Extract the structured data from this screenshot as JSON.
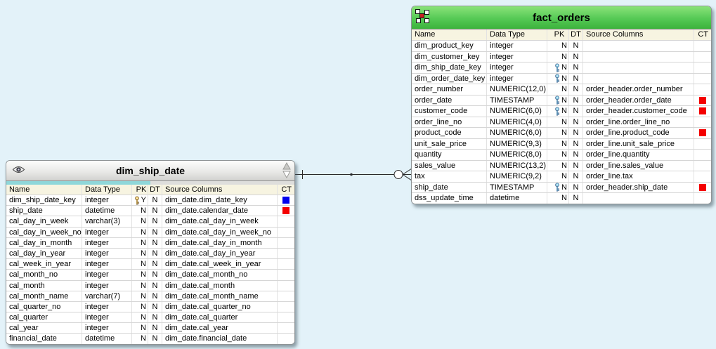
{
  "canvas": {
    "background_color": "#e3f2f9"
  },
  "colors": {
    "fact_header_green": "#55c955",
    "dim_header_gray": "#e9e9e7",
    "grid_header_bg": "#f7f4e1",
    "scrollbar_thumb_cyan": "#8ed7da",
    "key_blue": "#7cc6e2",
    "key_gold": "#eebd3e",
    "ct_red": "#f40000",
    "ct_blue": "#0202ee"
  },
  "icons": {
    "fact_handle": "star-schema-handle-icon",
    "dim_visibility": "eye-icon",
    "scroll_up": "scroll-up-icon",
    "scroll_down": "scroll-down-icon",
    "primary_key": "key-icon"
  },
  "tables": [
    {
      "title": "fact_orders",
      "kind": "fact",
      "columns": [
        "Name",
        "Data Type",
        "PK",
        "DT",
        "Source Columns",
        "CT"
      ],
      "rows": [
        {
          "name": "dim_product_key",
          "data_type": "integer",
          "key": "",
          "pk": "N",
          "dt": "N",
          "source": "",
          "ct": ""
        },
        {
          "name": "dim_customer_key",
          "data_type": "integer",
          "key": "",
          "pk": "N",
          "dt": "N",
          "source": "",
          "ct": ""
        },
        {
          "name": "dim_ship_date_key",
          "data_type": "integer",
          "key": "blue",
          "pk": "N",
          "dt": "N",
          "source": "",
          "ct": ""
        },
        {
          "name": "dim_order_date_key",
          "data_type": "integer",
          "key": "blue",
          "pk": "N",
          "dt": "N",
          "source": "",
          "ct": ""
        },
        {
          "name": "order_number",
          "data_type": "NUMERIC(12,0)",
          "key": "",
          "pk": "N",
          "dt": "N",
          "source": "order_header.order_number",
          "ct": ""
        },
        {
          "name": "order_date",
          "data_type": "TIMESTAMP",
          "key": "blue",
          "pk": "N",
          "dt": "N",
          "source": "order_header.order_date",
          "ct": "red"
        },
        {
          "name": "customer_code",
          "data_type": "NUMERIC(6,0)",
          "key": "blue",
          "pk": "N",
          "dt": "N",
          "source": "order_header.customer_code",
          "ct": "red"
        },
        {
          "name": "order_line_no",
          "data_type": "NUMERIC(4,0)",
          "key": "",
          "pk": "N",
          "dt": "N",
          "source": "order_line.order_line_no",
          "ct": ""
        },
        {
          "name": "product_code",
          "data_type": "NUMERIC(6,0)",
          "key": "",
          "pk": "N",
          "dt": "N",
          "source": "order_line.product_code",
          "ct": "red"
        },
        {
          "name": "unit_sale_price",
          "data_type": "NUMERIC(9,3)",
          "key": "",
          "pk": "N",
          "dt": "N",
          "source": "order_line.unit_sale_price",
          "ct": ""
        },
        {
          "name": "quantity",
          "data_type": "NUMERIC(8,0)",
          "key": "",
          "pk": "N",
          "dt": "N",
          "source": "order_line.quantity",
          "ct": ""
        },
        {
          "name": "sales_value",
          "data_type": "NUMERIC(13,2)",
          "key": "",
          "pk": "N",
          "dt": "N",
          "source": "order_line.sales_value",
          "ct": ""
        },
        {
          "name": "tax",
          "data_type": "NUMERIC(9,2)",
          "key": "",
          "pk": "N",
          "dt": "N",
          "source": "order_line.tax",
          "ct": ""
        },
        {
          "name": "ship_date",
          "data_type": "TIMESTAMP",
          "key": "blue",
          "pk": "N",
          "dt": "N",
          "source": "order_header.ship_date",
          "ct": "red"
        },
        {
          "name": "dss_update_time",
          "data_type": "datetime",
          "key": "",
          "pk": "N",
          "dt": "N",
          "source": "",
          "ct": ""
        }
      ]
    },
    {
      "title": "dim_ship_date",
      "kind": "dimension",
      "columns": [
        "Name",
        "Data Type",
        "PK",
        "DT",
        "Source Columns",
        "CT"
      ],
      "rows": [
        {
          "name": "dim_ship_date_key",
          "data_type": "integer",
          "key": "gold",
          "pk": "Y",
          "dt": "N",
          "source": "dim_date.dim_date_key",
          "ct": "blue"
        },
        {
          "name": "ship_date",
          "data_type": "datetime",
          "key": "",
          "pk": "N",
          "dt": "N",
          "source": "dim_date.calendar_date",
          "ct": "red"
        },
        {
          "name": "cal_day_in_week",
          "data_type": "varchar(3)",
          "key": "",
          "pk": "N",
          "dt": "N",
          "source": "dim_date.cal_day_in_week",
          "ct": ""
        },
        {
          "name": "cal_day_in_week_no",
          "data_type": "integer",
          "key": "",
          "pk": "N",
          "dt": "N",
          "source": "dim_date.cal_day_in_week_no",
          "ct": ""
        },
        {
          "name": "cal_day_in_month",
          "data_type": "integer",
          "key": "",
          "pk": "N",
          "dt": "N",
          "source": "dim_date.cal_day_in_month",
          "ct": ""
        },
        {
          "name": "cal_day_in_year",
          "data_type": "integer",
          "key": "",
          "pk": "N",
          "dt": "N",
          "source": "dim_date.cal_day_in_year",
          "ct": ""
        },
        {
          "name": "cal_week_in_year",
          "data_type": "integer",
          "key": "",
          "pk": "N",
          "dt": "N",
          "source": "dim_date.cal_week_in_year",
          "ct": ""
        },
        {
          "name": "cal_month_no",
          "data_type": "integer",
          "key": "",
          "pk": "N",
          "dt": "N",
          "source": "dim_date.cal_month_no",
          "ct": ""
        },
        {
          "name": "cal_month",
          "data_type": "integer",
          "key": "",
          "pk": "N",
          "dt": "N",
          "source": "dim_date.cal_month",
          "ct": ""
        },
        {
          "name": "cal_month_name",
          "data_type": "varchar(7)",
          "key": "",
          "pk": "N",
          "dt": "N",
          "source": "dim_date.cal_month_name",
          "ct": ""
        },
        {
          "name": "cal_quarter_no",
          "data_type": "integer",
          "key": "",
          "pk": "N",
          "dt": "N",
          "source": "dim_date.cal_quarter_no",
          "ct": ""
        },
        {
          "name": "cal_quarter",
          "data_type": "integer",
          "key": "",
          "pk": "N",
          "dt": "N",
          "source": "dim_date.cal_quarter",
          "ct": ""
        },
        {
          "name": "cal_year",
          "data_type": "integer",
          "key": "",
          "pk": "N",
          "dt": "N",
          "source": "dim_date.cal_year",
          "ct": ""
        },
        {
          "name": "financial_date",
          "data_type": "datetime",
          "key": "",
          "pk": "N",
          "dt": "N",
          "source": "dim_date.financial_date",
          "ct": ""
        }
      ]
    }
  ],
  "relationship": {
    "from_table": "dim_ship_date",
    "to_table": "fact_orders",
    "from_marker": "one-tick",
    "to_marker": "zero-or-many-crowfoot"
  }
}
